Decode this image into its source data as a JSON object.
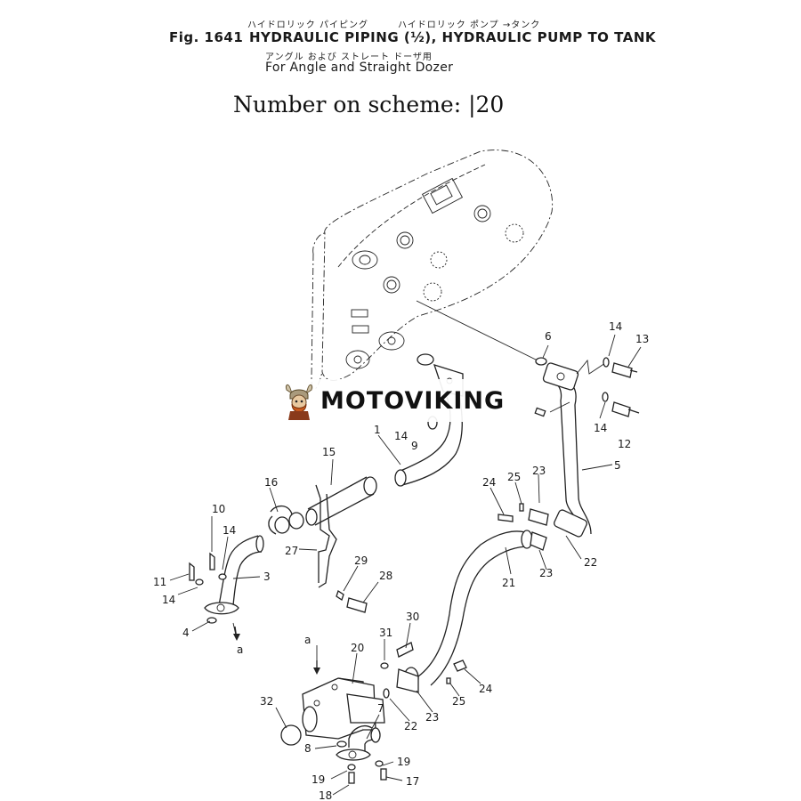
{
  "header": {
    "jp_line1": "ハイドロリック パイピング　　　ハイドロリック ポンプ →タンク",
    "fig_label": "Fig. 1641",
    "title": "HYDRAULIC PIPING (½), HYDRAULIC PUMP TO TANK",
    "jp_line2": "アングル および ストレート ドーザ用",
    "subtitle": "For Angle and Straight Dozer"
  },
  "scheme": {
    "text": "Number on scheme: |20"
  },
  "watermark": {
    "text": "MOTOVIKING",
    "logo_icon": "viking-mascot-icon"
  },
  "callouts": {
    "c1": "1",
    "c3": "3",
    "c4": "4",
    "c5": "5",
    "c6": "6",
    "c7": "7",
    "c8": "8",
    "c9": "9",
    "c10": "10",
    "c11": "11",
    "c12": "12",
    "c13": "13",
    "c14a": "14",
    "c14b": "14",
    "c14c": "14",
    "c14d": "14",
    "c14e": "14",
    "c15": "15",
    "c16": "16",
    "c17": "17",
    "c18": "18",
    "c19a": "19",
    "c19b": "19",
    "c20": "20",
    "c21": "21",
    "c22a": "22",
    "c22b": "22",
    "c23a": "23",
    "c23b": "23",
    "c23c": "23",
    "c24a": "24",
    "c24b": "24",
    "c25a": "25",
    "c25b": "25",
    "c27": "27",
    "c28": "28",
    "c29": "29",
    "c30": "30",
    "c31": "31",
    "c32": "32",
    "a1": "a",
    "a2": "a"
  }
}
